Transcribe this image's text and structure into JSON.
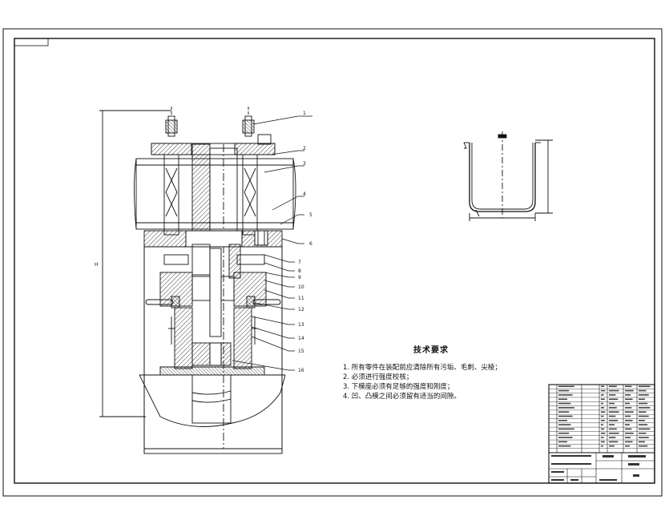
{
  "drawing": {
    "tech_title": "技术要求",
    "tech_notes": [
      "1. 所有零件在装配前应清除所有污垢、毛刺、尖棱；",
      "2. 必须进行强度校核；",
      "3. 下模座必须有足够的强度和刚度；",
      "4. 凹、凸模之间必须留有适当的间隙。"
    ],
    "part_callouts": [
      "1",
      "2",
      "3",
      "4",
      "5",
      "6",
      "7",
      "8",
      "9",
      "10",
      "11",
      "12",
      "13",
      "14",
      "15",
      "16"
    ],
    "colors": {
      "line": "#111111",
      "paper": "#ffffff"
    }
  }
}
